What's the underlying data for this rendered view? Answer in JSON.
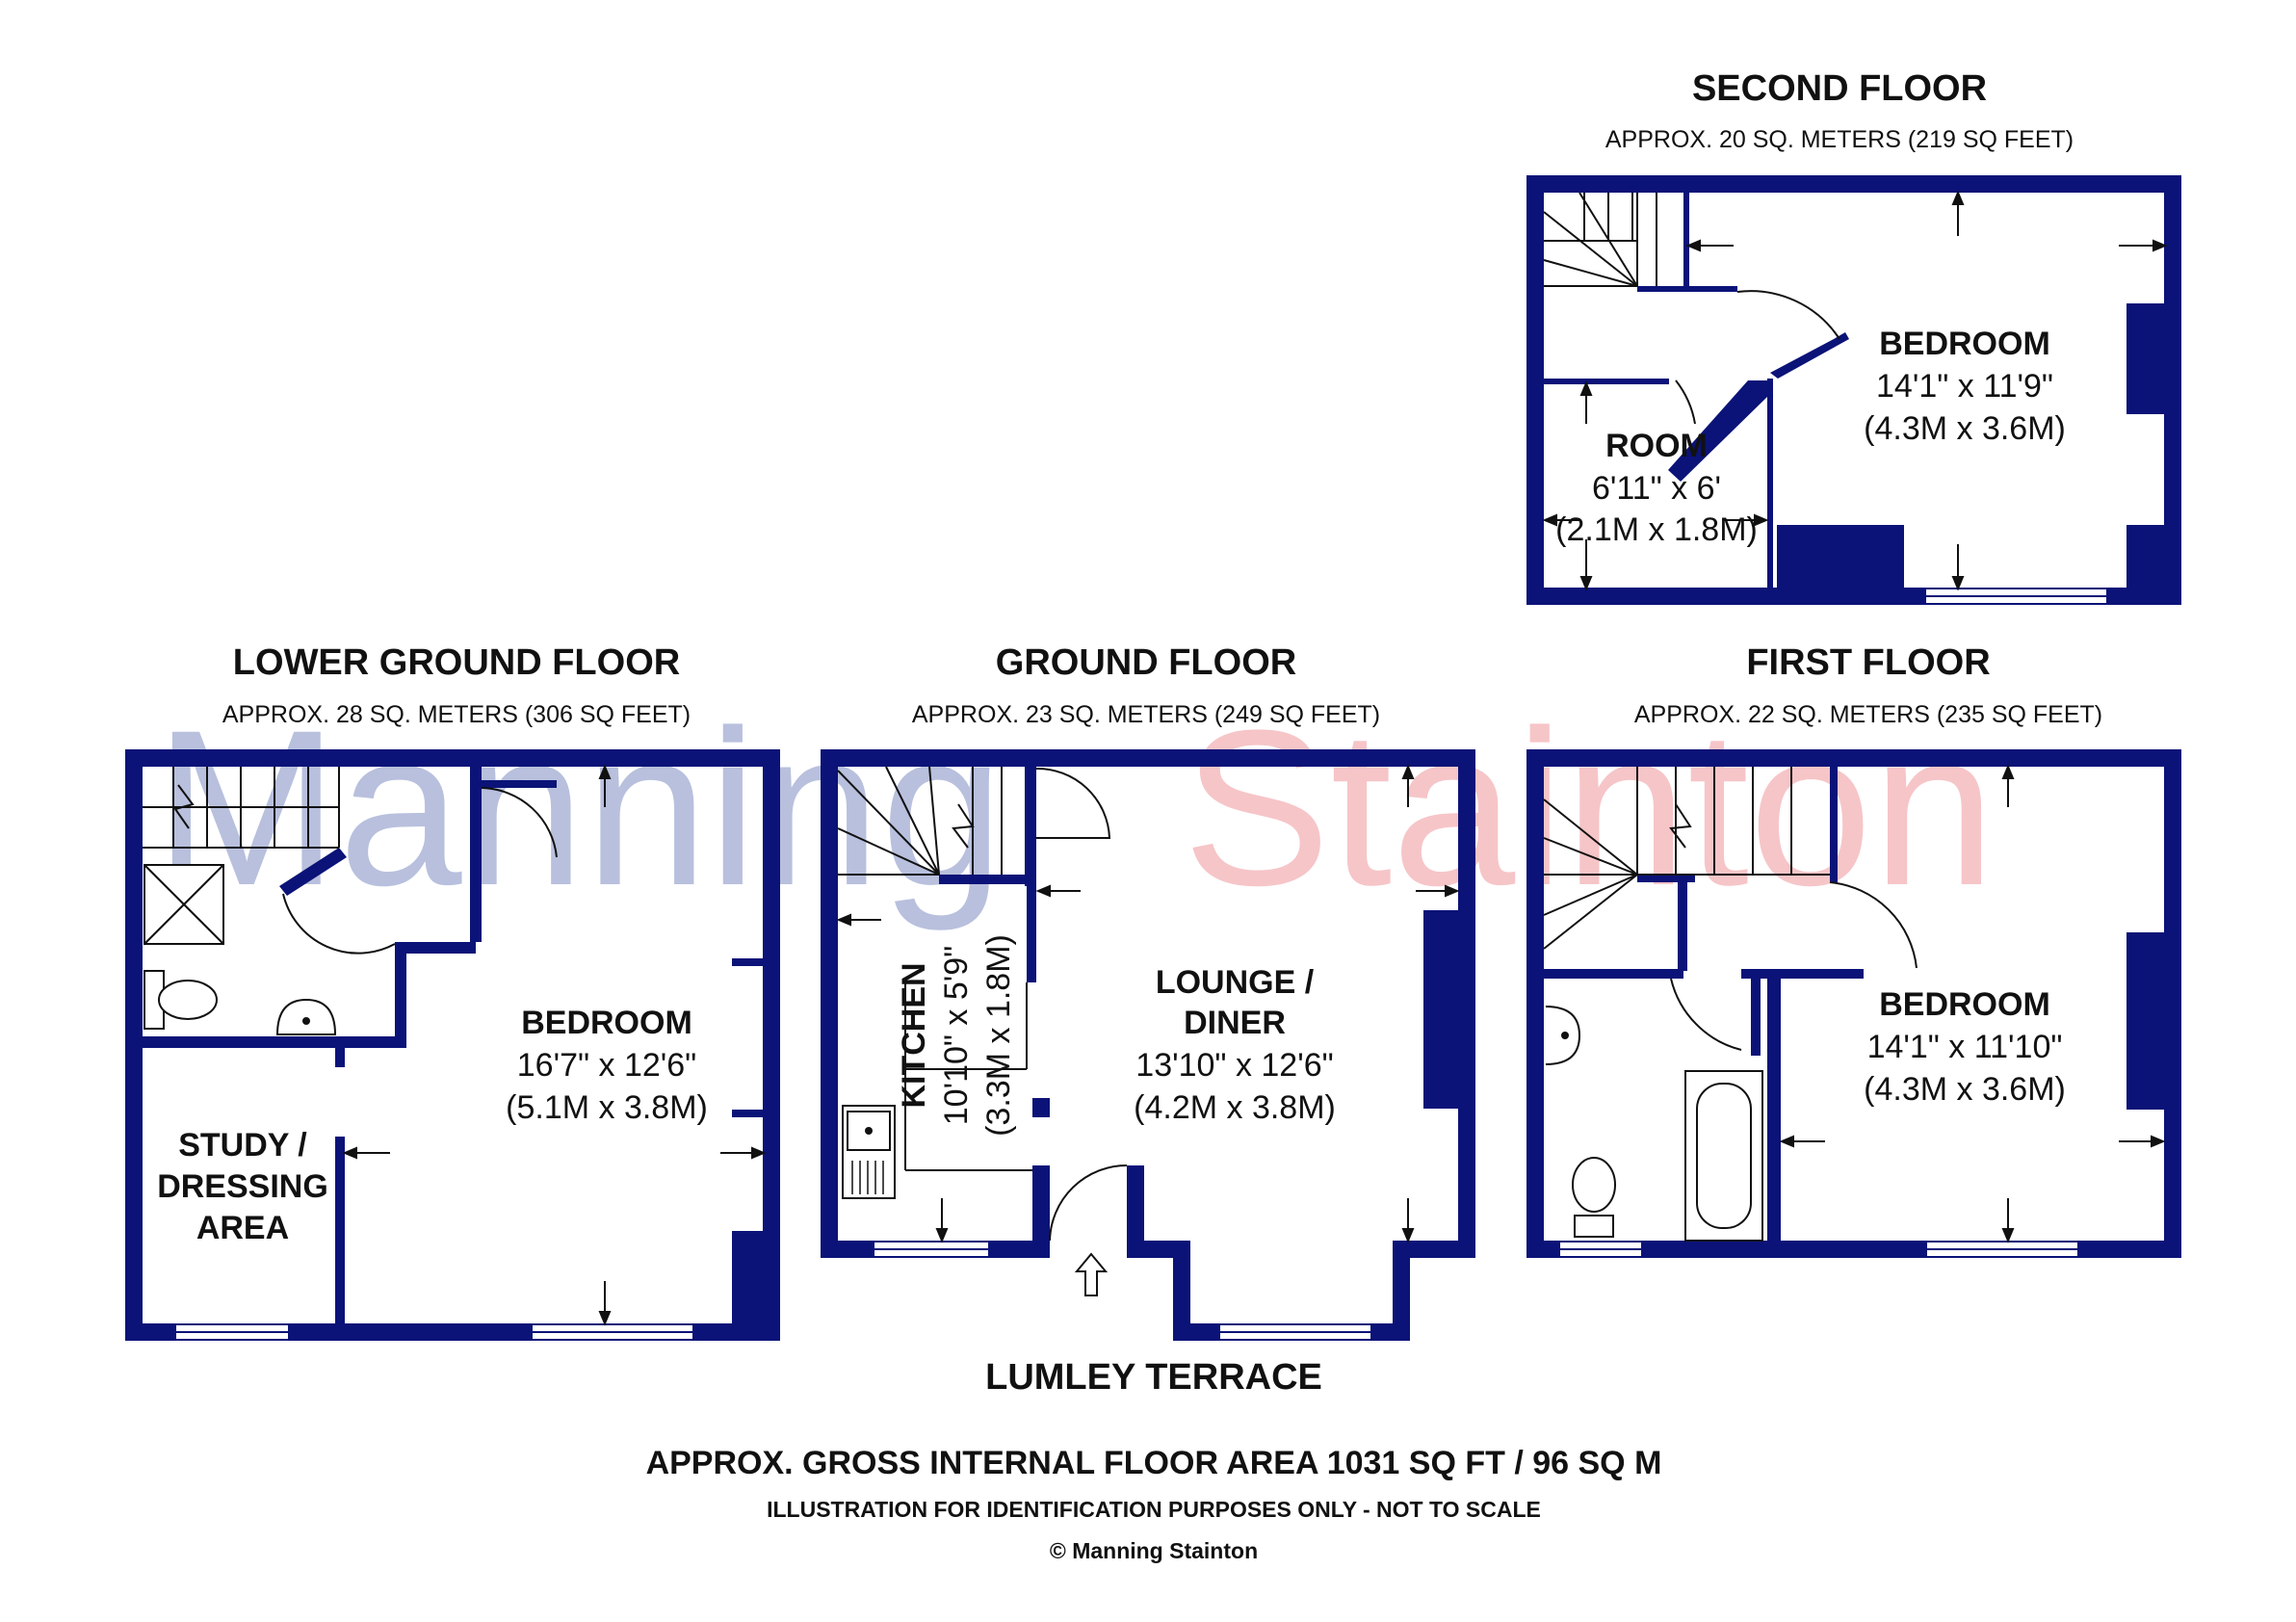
{
  "watermark": {
    "part1": "Manning",
    "part2": "Stainton",
    "color1": "#b8c0dd",
    "color2": "#f6c5c8"
  },
  "floors": {
    "second": {
      "title": "SECOND FLOOR",
      "area": "APPROX. 20 SQ. METERS (219 SQ FEET)",
      "bedroom": {
        "name": "BEDROOM",
        "dim_imperial": "14'1\" x 11'9\"",
        "dim_metric": "(4.3M x 3.6M)"
      },
      "room": {
        "name": "ROOM",
        "dim_imperial": "6'11\" x 6'",
        "dim_metric": "(2.1M x 1.8M)"
      }
    },
    "lower_ground": {
      "title": "LOWER GROUND FLOOR",
      "area": "APPROX. 28 SQ. METERS (306 SQ FEET)",
      "bedroom": {
        "name": "BEDROOM",
        "dim_imperial": "16'7\" x 12'6\"",
        "dim_metric": "(5.1M x 3.8M)"
      },
      "study": {
        "line1": "STUDY /",
        "line2": "DRESSING",
        "line3": "AREA"
      }
    },
    "ground": {
      "title": "GROUND FLOOR",
      "area": "APPROX. 23 SQ. METERS (249 SQ FEET)",
      "kitchen": {
        "name": "KITCHEN",
        "dim_imperial": "10'10\" x 5'9\"",
        "dim_metric": "(3.3M x 1.8M)"
      },
      "lounge": {
        "line1": "LOUNGE /",
        "line2": "DINER",
        "dim_imperial": "13'10\" x 12'6\"",
        "dim_metric": "(4.2M x 3.8M)"
      }
    },
    "first": {
      "title": "FIRST FLOOR",
      "area": "APPROX. 22 SQ. METERS (235 SQ FEET)",
      "bedroom": {
        "name": "BEDROOM",
        "dim_imperial": "14'1\" x 11'10\"",
        "dim_metric": "(4.3M x 3.6M)"
      }
    }
  },
  "street_label": "LUMLEY TERRACE",
  "footer": {
    "gross_area": "APPROX. GROSS INTERNAL FLOOR AREA 1031 SQ FT / 96 SQ M",
    "disclaimer": "ILLUSTRATION FOR IDENTIFICATION PURPOSES ONLY - NOT TO SCALE",
    "copyright": "© Manning Stainton"
  },
  "colors": {
    "wall": "#0b1378",
    "text": "#111111",
    "background": "#ffffff"
  }
}
